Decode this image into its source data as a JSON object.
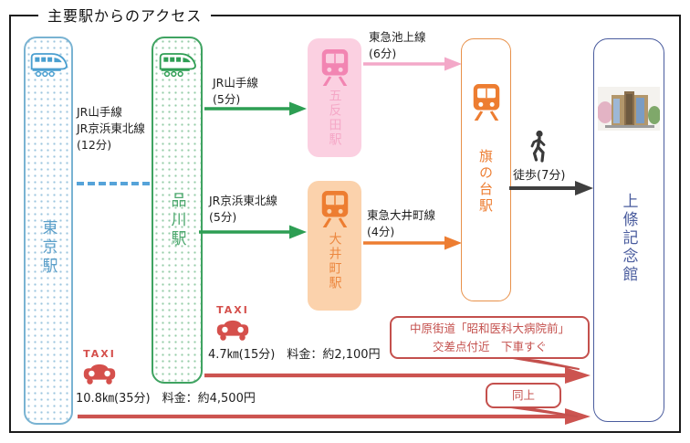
{
  "title": "主要駅からのアクセス",
  "colors": {
    "tokyo_blue": "#5b9fc9",
    "shinagawa_green": "#3a9e5b",
    "gotanda_pink_bg": "#fbd0e1",
    "gotanda_pink": "#f295bb",
    "oimachi_orange_bg": "#fbd2ac",
    "oimachi_orange": "#ed7d31",
    "hatanodai_orange": "#ed7d31",
    "kamijo_blue": "#4a5c9e",
    "taxi_red": "#cc5450",
    "arrow_green": "#2d9e53",
    "arrow_pink": "#f3a8c8",
    "arrow_black": "#3f3f3f",
    "dashed_blue": "#56a3d9"
  },
  "stations": {
    "tokyo": {
      "name": "東京駅",
      "icon": "shinkansen-icon"
    },
    "shinagawa": {
      "name": "品川駅",
      "icon": "shinkansen-icon"
    },
    "gotanda": {
      "name": "五反田駅",
      "icon": "train-icon"
    },
    "oimachi": {
      "name": "大井町駅",
      "icon": "train-icon"
    },
    "hatanodai": {
      "name": "旗の台駅",
      "icon": "train-icon"
    },
    "kamijo_hall": {
      "name": "上條記念館",
      "image": "building-photo"
    }
  },
  "routes": {
    "tokyo_to_shinagawa": {
      "line1": "JR山手線",
      "line2": "JR京浜東北線",
      "duration": "(12分)"
    },
    "shinagawa_to_gotanda": {
      "line": "JR山手線",
      "duration": "(5分)"
    },
    "shinagawa_to_oimachi": {
      "line": "JR京浜東北線",
      "duration": "(5分)"
    },
    "gotanda_to_hatanodai": {
      "line": "東急池上線",
      "duration": "(6分)"
    },
    "oimachi_to_hatanodai": {
      "line": "東急大井町線",
      "duration": "(4分)"
    },
    "hatanodai_to_hall": {
      "mode": "徒歩(7分)"
    }
  },
  "taxi": {
    "badge": "TAXI",
    "from_shinagawa": {
      "distance_fare": "4.7㎞(15分)　料金：約2,100円"
    },
    "from_tokyo": {
      "distance_fare": "10.8㎞(35分)　料金：約4,500円"
    }
  },
  "callouts": {
    "dropoff": {
      "line1": "中原街道「昭和医科大病院前」",
      "line2": "交差点付近　下車すぐ"
    },
    "ditto": "同上"
  }
}
